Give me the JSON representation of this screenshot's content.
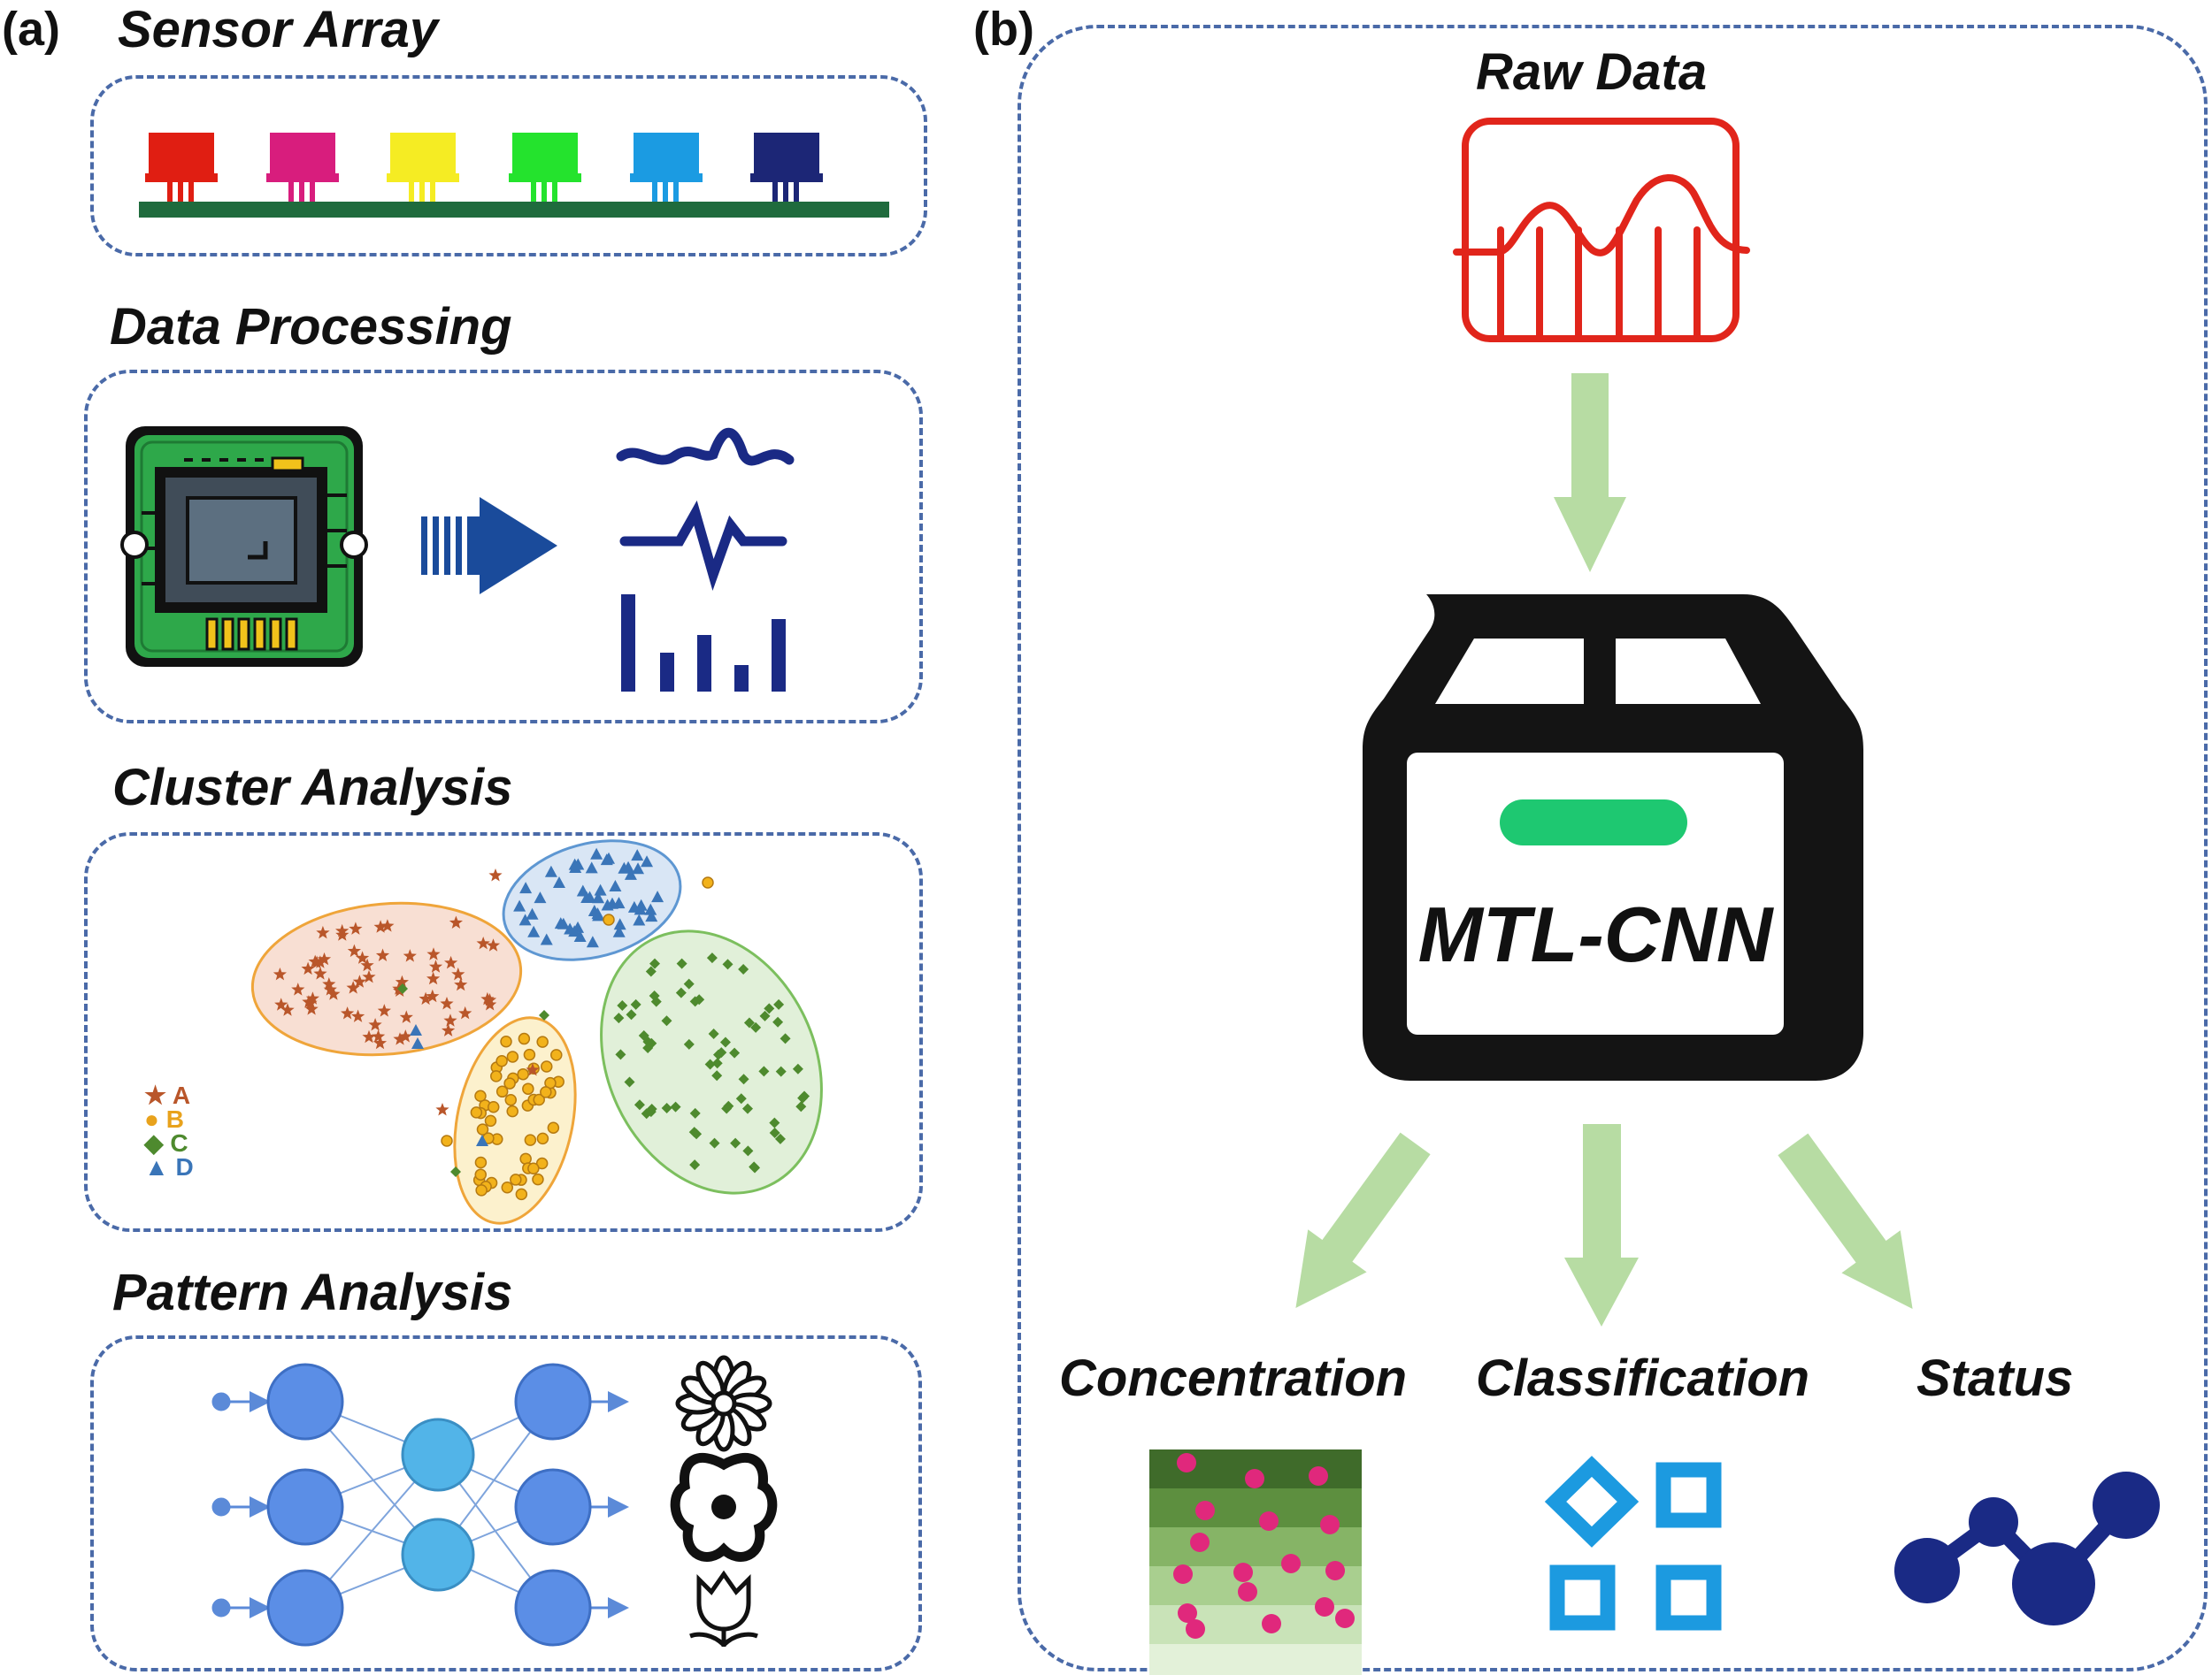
{
  "panel_a": {
    "label": "(a)",
    "sensor_array": {
      "title": "Sensor Array",
      "sensor_colors": [
        "#e01e12",
        "#d81d7d",
        "#f5ec23",
        "#24e32d",
        "#1b9be2",
        "#1c2676"
      ]
    },
    "data_processing": {
      "title": "Data Processing"
    },
    "cluster_analysis": {
      "title": "Cluster Analysis",
      "legend": [
        {
          "symbol": "★",
          "label": "A",
          "color": "#b9562a"
        },
        {
          "symbol": "●",
          "label": "B",
          "color": "#e8a21c"
        },
        {
          "symbol": "◆",
          "label": "C",
          "color": "#4e8a2e"
        },
        {
          "symbol": "▲",
          "label": "D",
          "color": "#3a75b8"
        }
      ]
    },
    "pattern_analysis": {
      "title": "Pattern Analysis"
    }
  },
  "panel_b": {
    "label": "(b)",
    "raw_data": "Raw Data",
    "model_label": "MTL-CNN",
    "outputs": [
      "Concentration",
      "Classification",
      "Status"
    ]
  },
  "colors": {
    "dash_border": "#4a6aa8",
    "arrow": "#b7dca3",
    "raw_data": "#e1251b",
    "icon_navy": "#1a2a85",
    "icon_blue": "#1c9ae0",
    "model_dark": "#141414",
    "model_green": "#1ec871"
  }
}
